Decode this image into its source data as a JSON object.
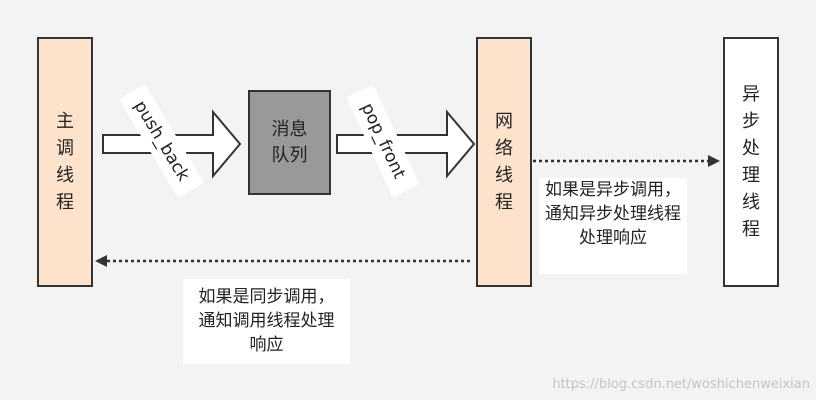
{
  "nodes": {
    "main_thread": "主调线程",
    "message_queue": "消息队列",
    "network_thread": "网络线程",
    "async_thread": "异步处理线程"
  },
  "edges": {
    "push_label": "push_back",
    "pop_label": "pop_front"
  },
  "notes": {
    "net_to_async": "如果是异步调用，通知异步处理线程处理响应",
    "net_to_main": "如果是同步调用，通知调用线程处理响应"
  },
  "watermark": "https://blog.csdn.net/woshichenweixian",
  "colors": {
    "thread_fill": "#fde3cb",
    "queue_fill": "#999999",
    "async_fill": "#ffffff",
    "background": "#f3f3f3"
  }
}
